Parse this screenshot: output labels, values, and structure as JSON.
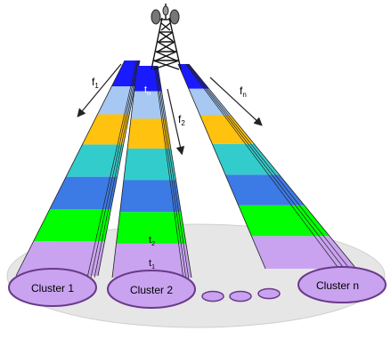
{
  "colors": {
    "ground": "#e6e6e6",
    "cluster_fill": "#c9a3ef",
    "cluster_stroke": "#6a3a8a",
    "band_colors": [
      "#c9a3ef",
      "#00ff00",
      "#3c7ae6",
      "#33cccc",
      "#ffc20e",
      "#a6c8f2",
      "#1a1aff"
    ],
    "edge_lines": "#222222"
  },
  "labels": {
    "cluster_1": "Cluster 1",
    "cluster_2": "Cluster 2",
    "cluster_n": "Cluster n",
    "f1_main": "f",
    "f1_sub": "1",
    "f2_main": "f",
    "f2_sub": "2",
    "fn_main": "f",
    "fn_sub": "n",
    "t1_main": "t",
    "t1_sub": "1",
    "t2_main": "t",
    "t2_sub": "2",
    "tn_main": "t",
    "tn_sub": "n"
  }
}
